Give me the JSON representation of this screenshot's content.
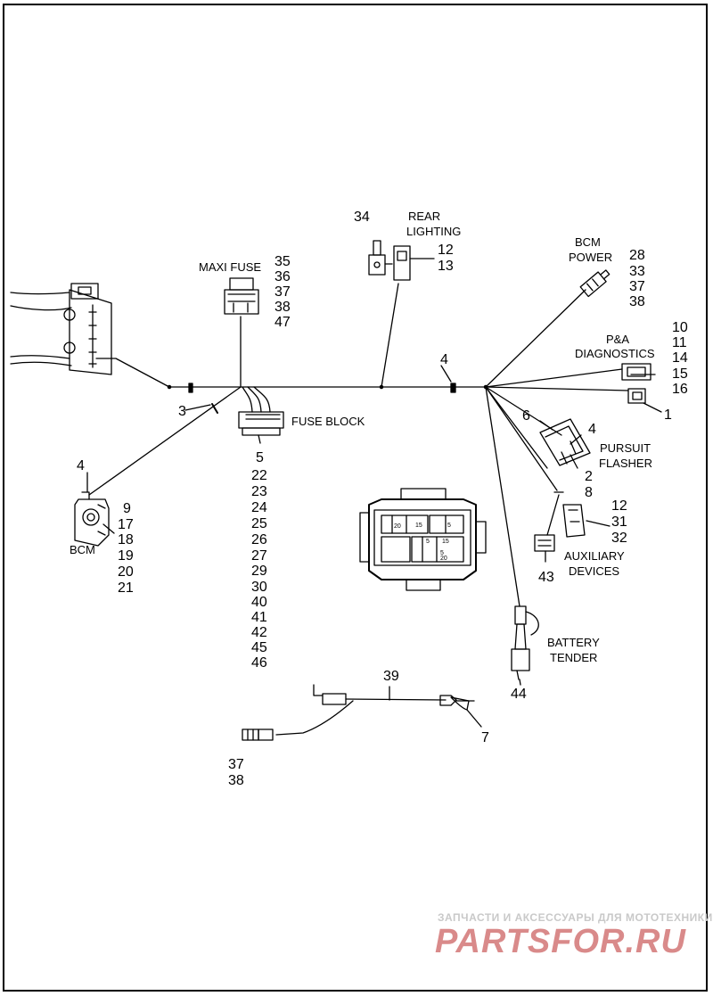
{
  "labels": {
    "maxi_fuse": "MAXI FUSE",
    "rear_lighting_1": "REAR",
    "rear_lighting_2": "LIGHTING",
    "bcm_power_1": "BCM",
    "bcm_power_2": "POWER",
    "pa_1": "P&A",
    "pa_2": "DIAGNOSTICS",
    "fuse_block": "FUSE BLOCK",
    "bcm": "BCM",
    "pursuit_1": "PURSUIT",
    "pursuit_2": "FLASHER",
    "aux_1": "AUXILIARY",
    "aux_2": "DEVICES",
    "battery_1": "BATTERY",
    "battery_2": "TENDER"
  },
  "callouts": {
    "maxi_fuse": [
      "35",
      "36",
      "37",
      "38",
      "47"
    ],
    "rear_34": "34",
    "rear_nums": [
      "12",
      "13"
    ],
    "bcm_power": [
      "28",
      "33",
      "37",
      "38"
    ],
    "pa": [
      "10",
      "11",
      "14",
      "15",
      "16"
    ],
    "pa_1": "1",
    "wire_4": "4",
    "three": "3",
    "fuse_block": [
      "5",
      "22",
      "23",
      "24",
      "25",
      "26",
      "27",
      "29",
      "30",
      "40",
      "41",
      "42",
      "45",
      "46"
    ],
    "bcm_4": "4",
    "bcm_nums": [
      "9",
      "17",
      "18",
      "19",
      "20",
      "21"
    ],
    "pursuit_6": "6",
    "pursuit_4": "4",
    "pursuit_nums": [
      "2",
      "8"
    ],
    "aux_nums": [
      "12",
      "31",
      "32"
    ],
    "aux_43": "43",
    "battery_44": "44",
    "harness_39": "39",
    "harness_7": "7",
    "harness_nums": [
      "37",
      "38"
    ]
  },
  "fuse_cells": [
    "15",
    "5",
    "20",
    "5",
    "15",
    "5",
    "20"
  ],
  "watermark": {
    "tagline": "ЗАПЧАСТИ И АКСЕССУАРЫ ДЛЯ МОТОТЕХНИКИ",
    "brand": "PARTSFOR.RU"
  }
}
